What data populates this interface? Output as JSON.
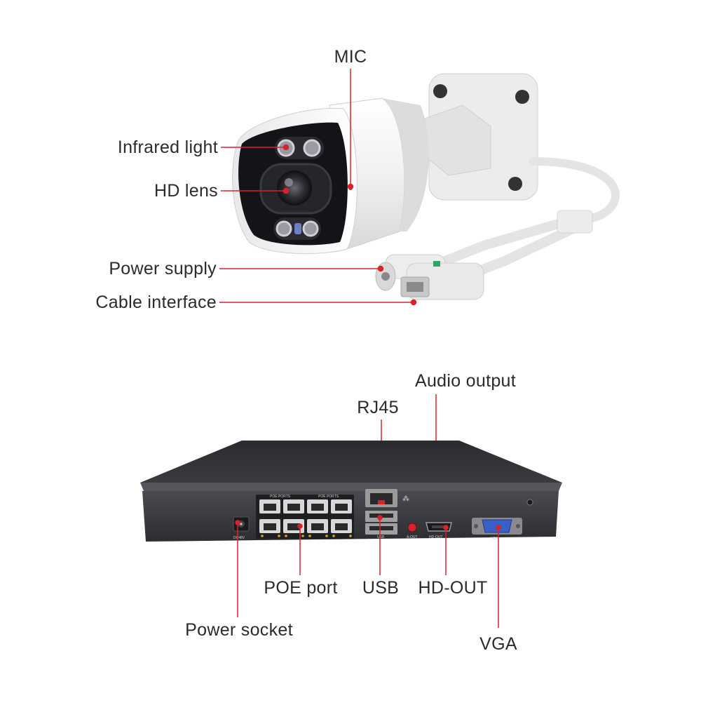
{
  "colors": {
    "leader": "#d8232a",
    "label_text": "#2b2b2b",
    "camera_body": "#f2f2f2",
    "nvr_body": "#2f3033"
  },
  "camera": {
    "labels": {
      "mic": "MIC",
      "infrared_light": "Infrared light",
      "hd_lens": "HD lens",
      "power_supply": "Power supply",
      "cable_interface": "Cable interface"
    }
  },
  "nvr": {
    "labels": {
      "audio_output": "Audio output",
      "rj45": "RJ45",
      "power_socket": "Power socket",
      "poe_port": "POE port",
      "usb": "USB",
      "hd_out": "HD-OUT",
      "vga": "VGA"
    },
    "panel_marks": {
      "poe_ports_left": "POE PORTS",
      "poe_ports_right": "POE PORTS",
      "dc": "DC48V",
      "usb": "USB",
      "aout": "A-OUT",
      "hdout": "HD-OUT",
      "vga": "VGA"
    }
  }
}
